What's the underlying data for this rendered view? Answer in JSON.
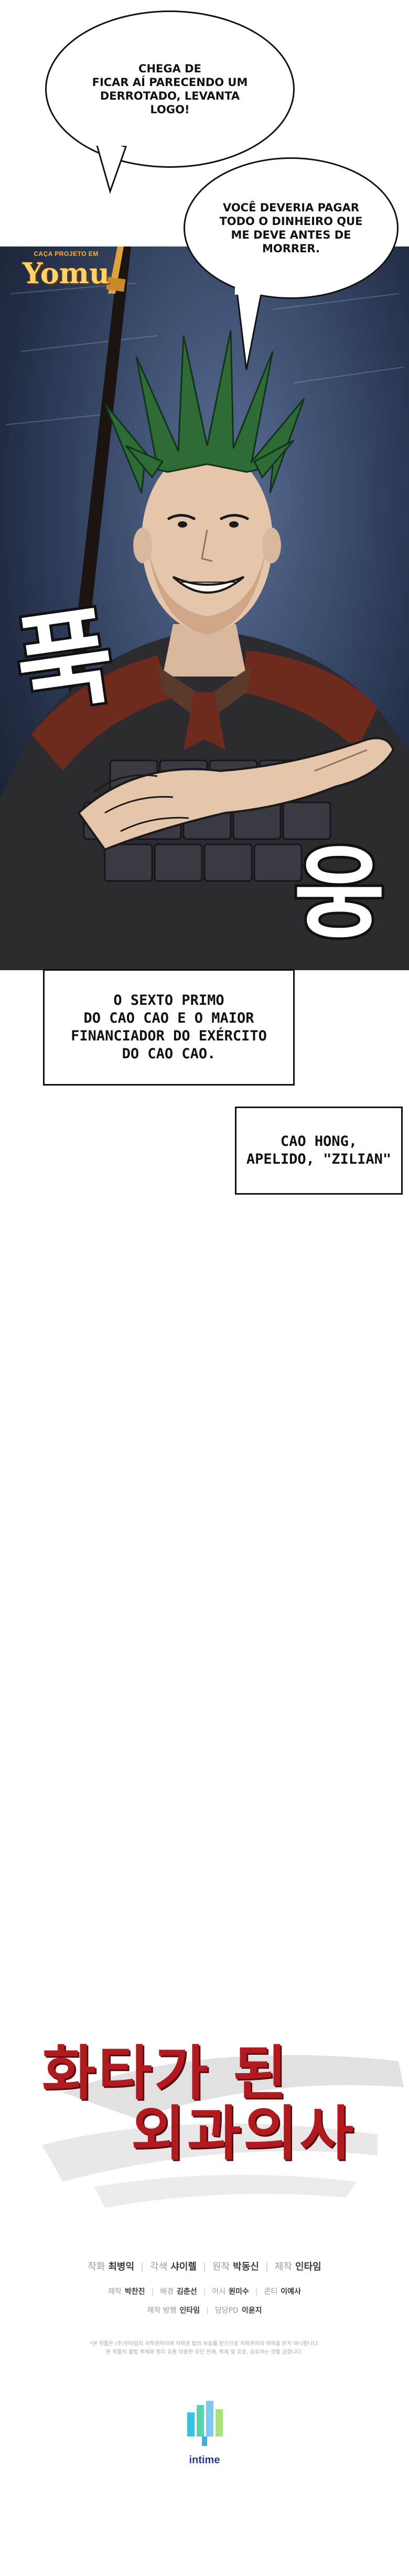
{
  "watermark": {
    "brand": "Yomu",
    "tagline": "CAÇA PROJETO EM",
    "subline": ""
  },
  "dialogue": {
    "bubble_1": "CHEGA DE\nFICAR AÍ PARECENDO UM\nDERROTADO, LEVANTA\nLOGO!",
    "bubble_2": "VOCÊ DEVERIA PAGAR\nTODO O DINHEIRO QUE\nME DEVE ANTES DE\nMORRER."
  },
  "sound_effects": {
    "sfx_1": "푹",
    "sfx_2": "웅"
  },
  "narration": {
    "caption_1": "O SEXTO PRIMO\nDO CAO CAO E O MAIOR\nFINANCIADOR DO EXÉRCITO\nDO CAO CAO.",
    "caption_2": "CAO HONG,\nAPELIDO, \"ZILIAN\""
  },
  "title": {
    "line_1": "화타가 된",
    "line_2": "외과의사"
  },
  "credits": {
    "row_1": [
      {
        "role": "작화",
        "name": "최병익"
      },
      {
        "role": "각색",
        "name": "샤이렐"
      },
      {
        "role": "원작",
        "name": "박동신"
      },
      {
        "role": "제작",
        "name": "인타임"
      }
    ],
    "row_2": [
      {
        "role": "제작",
        "name": "박찬진"
      },
      {
        "role": "배경",
        "name": "김춘선"
      },
      {
        "role": "어시",
        "name": "원미수"
      },
      {
        "role": "콘티",
        "name": "이예사"
      }
    ],
    "row_3": [
      {
        "role": "제작 방행",
        "name": "인타임"
      },
      {
        "role": "담당PD",
        "name": "이윤지"
      }
    ]
  },
  "legal_notice": "*본 작품은 (주)인타임의 저작권자이며 저작권 법의 보호를 받으므로 저작권자의 허락을 받지 아니함니다.\n본 작품의 불법 복제와 정지 유통 이용한 무단 전재, 복제 및 유포, 공유하는 것을 금합니다.",
  "publisher": {
    "name": "intime",
    "icon": "bar-chart-logo-icon"
  },
  "colors": {
    "title_red": "#b11a1f",
    "hair_green": "#2f6b34",
    "cape_red": "#6e2a1c",
    "sky_blue": "#3c4d6e",
    "logo_gold": "#ffd36b"
  }
}
